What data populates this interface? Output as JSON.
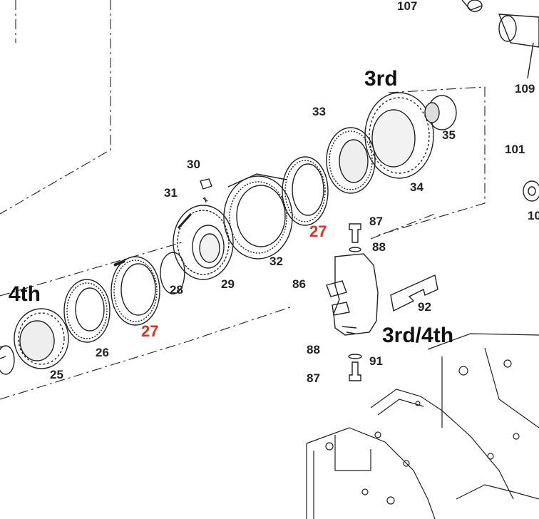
{
  "colors": {
    "line": "#222222",
    "highlight": "#e0301e",
    "background": "#ffffff"
  },
  "group_labels": {
    "third": "3rd",
    "fourth": "4th",
    "shift": "3rd/4th"
  },
  "part_labels": {
    "p107": "107",
    "p109": "109",
    "p101": "101",
    "p10x": "10",
    "p33": "33",
    "p35": "35",
    "p34": "34",
    "p30": "30",
    "p31": "31",
    "p27_upper": "27",
    "p27_lower": "27",
    "p32": "32",
    "p29": "29",
    "p28": "28",
    "p26": "26",
    "p25": "25",
    "p87_top": "87",
    "p88_top": "88",
    "p86": "86",
    "p92": "92",
    "p88_bot": "88",
    "p91": "91",
    "p87_bot": "87"
  }
}
